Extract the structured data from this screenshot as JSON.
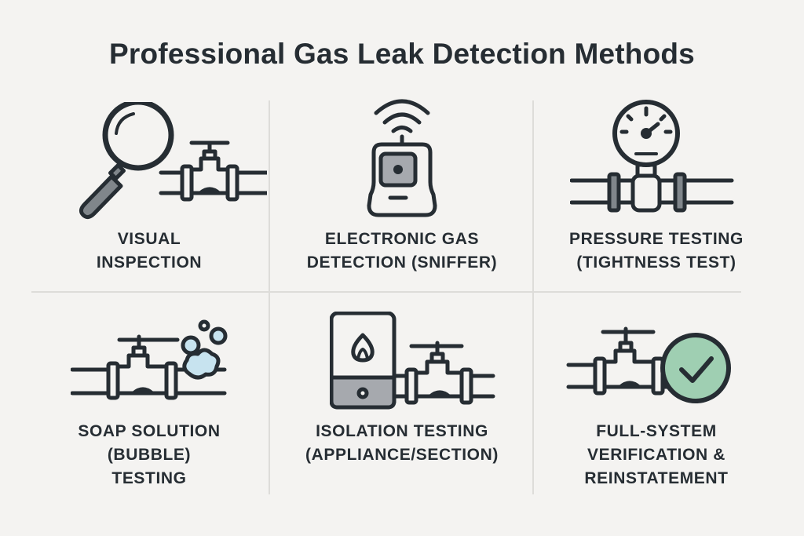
{
  "title": "Professional Gas Leak Detection Methods",
  "colors": {
    "background": "#f4f3f1",
    "ink": "#262d33",
    "divider": "#dddcd9",
    "gray_fill": "#80868b",
    "screen_fill": "#a6a9ae",
    "bubble_fill": "#c7e3ef",
    "check_fill": "#9fcfb2"
  },
  "methods": [
    {
      "icon": "magnifier-valve-icon",
      "label": "VISUAL\nINSPECTION"
    },
    {
      "icon": "gas-sniffer-icon",
      "label": "ELECTRONIC GAS\nDETECTION (SNIFFER)"
    },
    {
      "icon": "pressure-gauge-icon",
      "label": "PRESSURE TESTING\n(TIGHTNESS TEST)"
    },
    {
      "icon": "soap-bubbles-valve-icon",
      "label": "SOAP SOLUTION\n(BUBBLE)\nTESTING"
    },
    {
      "icon": "appliance-valve-icon",
      "label": "ISOLATION TESTING\n(APPLIANCE/SECTION)"
    },
    {
      "icon": "valve-checkmark-icon",
      "label": "FULL-SYSTEM\nVERIFICATION &\nREINSTATEMENT"
    }
  ]
}
